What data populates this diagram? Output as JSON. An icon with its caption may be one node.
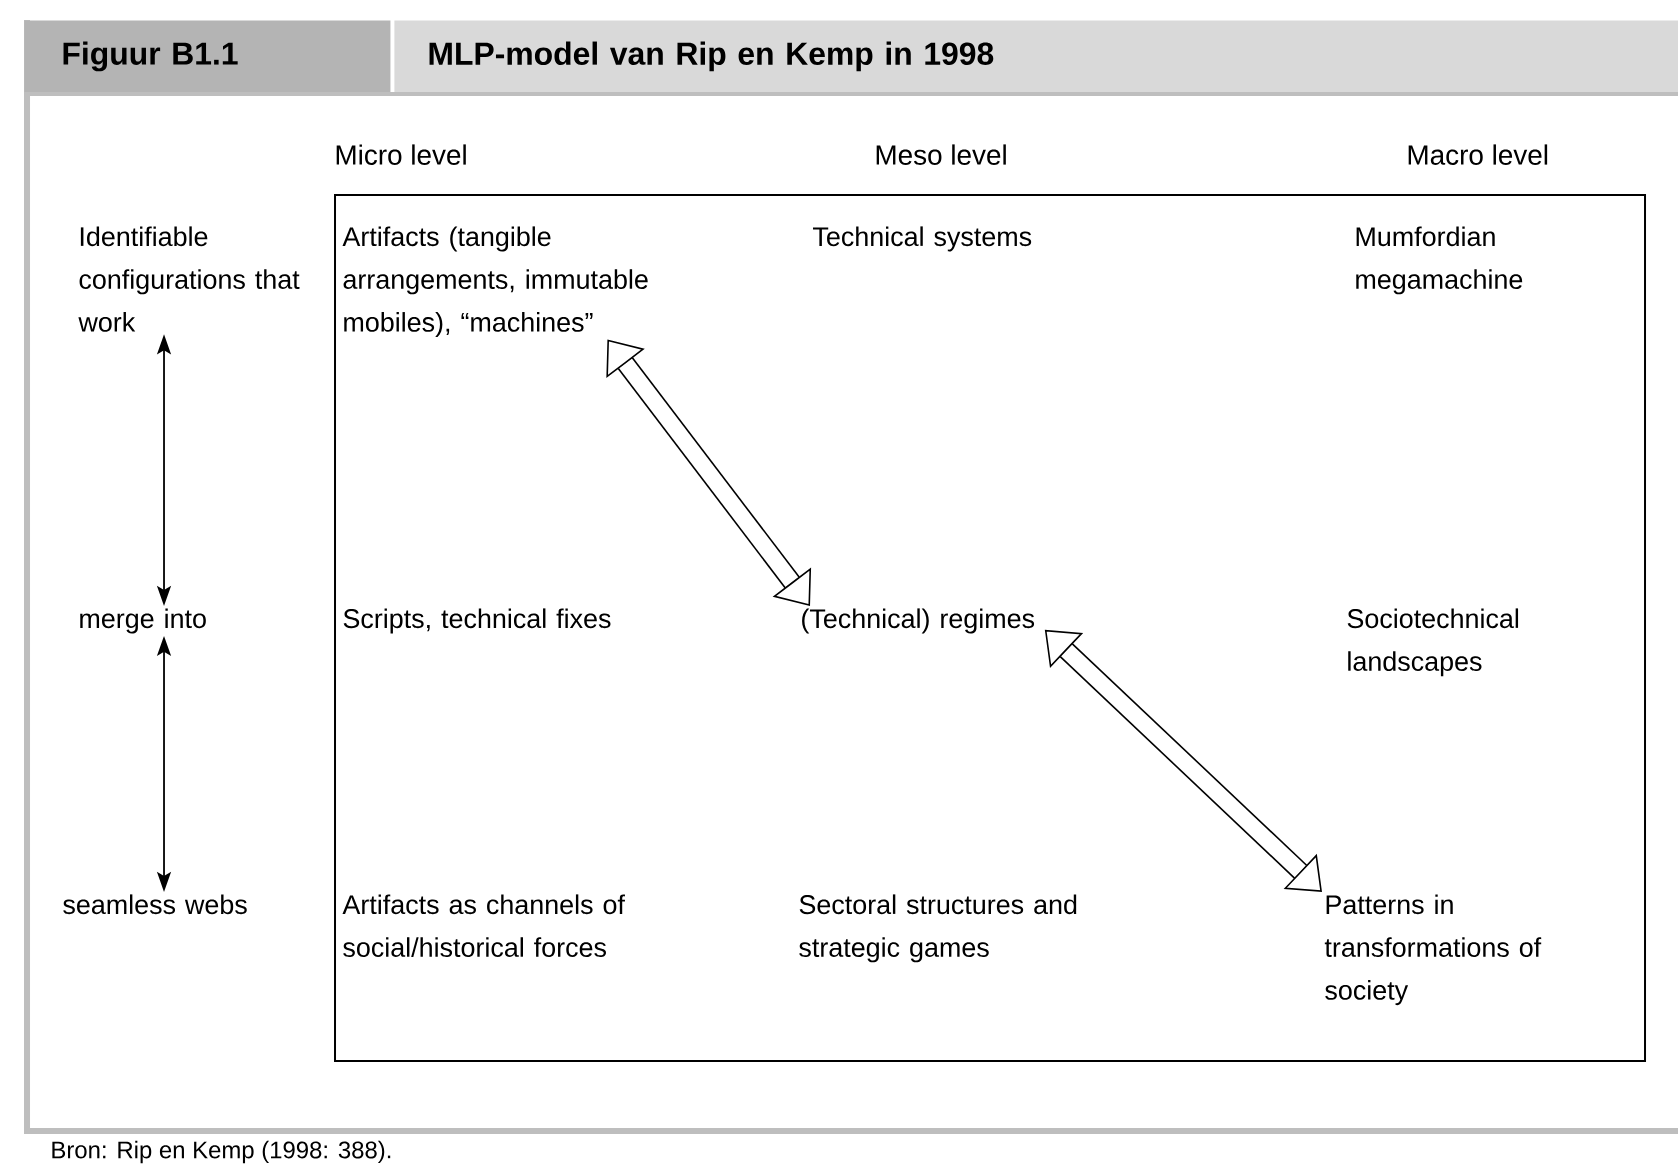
{
  "diagram": {
    "title": "MLP-model van Rip en Kemp in 1998",
    "caption": "Bron: Rip en Kemp (1998: 388).",
    "nodes": [
      {
        "text": [],
        "shape": "box"
      },
      {
        "text": [
          "Artifacts (tangible arrangements, immutable mobiles), “machines”"
        ],
        "in": 0
      },
      {
        "text": [
          "Technical systems"
        ],
        "in": 0
      },
      {
        "text": [
          "Mumfordian megamachine"
        ],
        "in": 0
      },
      {
        "text": [
          "Scripts, technical fixes"
        ],
        "in": 0
      },
      {
        "text": [
          "(Technical) regimes"
        ],
        "in": 0
      },
      {
        "text": [
          "Sociotechnical landscapes"
        ],
        "in": 0
      },
      {
        "text": [
          "Artifacts as channels of social/historical forces"
        ],
        "in": 0
      },
      {
        "text": [
          "Sectoral structures and strategic games"
        ],
        "in": 0
      },
      {
        "text": [
          "Patterns in transformations of society"
        ],
        "in": 0
      },
      {
        "text": [
          "Identifiable configurations that work"
        ]
      },
      {
        "text": [
          "merge into"
        ]
      },
      {
        "text": [
          "seamless webs"
        ]
      }
    ],
    "edges": [
      {
        "from": 1,
        "to": 5,
        "arrow": "both",
        "style": "thick"
      },
      {
        "from": 5,
        "to": 9,
        "arrow": "both",
        "style": "thick"
      },
      {
        "from": 10,
        "to": 11,
        "arrow": "both"
      },
      {
        "from": 11,
        "to": 12,
        "arrow": "both"
      }
    ],
    "labels": [
      "Figuur B1.1",
      "Micro level",
      "Meso level",
      "Macro level"
    ]
  }
}
